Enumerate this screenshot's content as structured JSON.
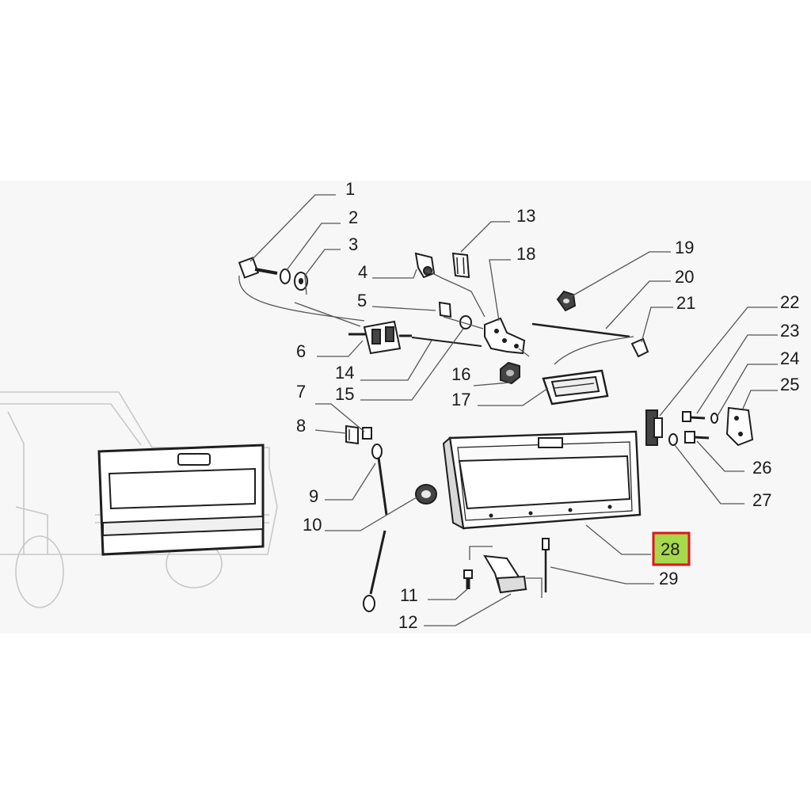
{
  "diagram": {
    "callouts": [
      {
        "id": "1",
        "text": "1"
      },
      {
        "id": "2",
        "text": "2"
      },
      {
        "id": "3",
        "text": "3"
      },
      {
        "id": "4",
        "text": "4"
      },
      {
        "id": "5",
        "text": "5"
      },
      {
        "id": "6",
        "text": "6"
      },
      {
        "id": "7",
        "text": "7"
      },
      {
        "id": "8",
        "text": "8"
      },
      {
        "id": "9",
        "text": "9"
      },
      {
        "id": "10",
        "text": "10"
      },
      {
        "id": "11",
        "text": "11"
      },
      {
        "id": "12",
        "text": "12"
      },
      {
        "id": "13",
        "text": "13"
      },
      {
        "id": "14",
        "text": "14"
      },
      {
        "id": "15",
        "text": "15"
      },
      {
        "id": "16",
        "text": "16"
      },
      {
        "id": "17",
        "text": "17"
      },
      {
        "id": "18",
        "text": "18"
      },
      {
        "id": "19",
        "text": "19"
      },
      {
        "id": "20",
        "text": "20"
      },
      {
        "id": "21",
        "text": "21"
      },
      {
        "id": "22",
        "text": "22"
      },
      {
        "id": "23",
        "text": "23"
      },
      {
        "id": "24",
        "text": "24"
      },
      {
        "id": "25",
        "text": "25"
      },
      {
        "id": "26",
        "text": "26"
      },
      {
        "id": "27",
        "text": "27"
      },
      {
        "id": "28",
        "text": "28",
        "highlighted": true
      },
      {
        "id": "29",
        "text": "29"
      }
    ],
    "highlight": {
      "fill": "#a8d94a",
      "border": "#e0141e"
    },
    "colors": {
      "background": "#f7f7f7",
      "line": "#555555",
      "part": "#1e1e1e"
    }
  }
}
